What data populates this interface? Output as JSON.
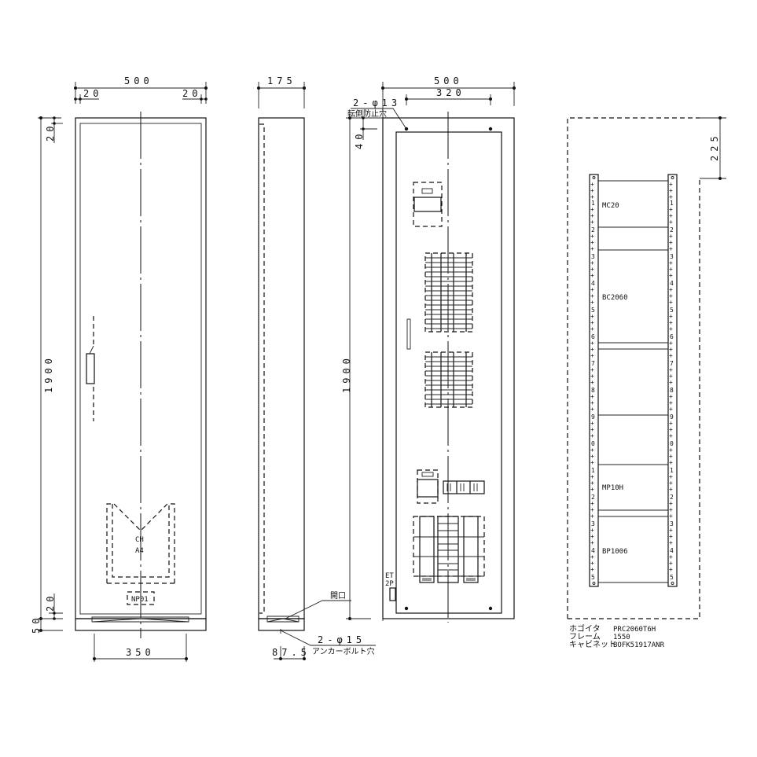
{
  "front_view": {
    "width_total": "500",
    "margin_left": "20",
    "margin_right": "20",
    "margin_top": "20",
    "height": "1900",
    "bottom_margin": "20",
    "base_height": "50",
    "anchor_span": "350",
    "handle_label": "",
    "ch_label": "CH",
    "ch_size": "A4",
    "nameplate": "NP01"
  },
  "side_view": {
    "depth": "175",
    "anchor_offset": "87.5",
    "anchor_hole_count": "2-φ15",
    "anchor_hole_label": "アンカーボルト穴",
    "opening_label": "開口"
  },
  "interior_view": {
    "width_total": "500",
    "mount_span": "320",
    "hole_count": "2-φ13",
    "hole_label": "転倒防止穴",
    "hole_offset": "40",
    "height": "1900",
    "et_label": "ET",
    "et_poles": "2P"
  },
  "frame_view": {
    "top_offset": "225",
    "rail_numbers": [
      "1",
      "2",
      "3",
      "4",
      "5",
      "6",
      "7",
      "8",
      "9",
      "0",
      "1",
      "2",
      "3",
      "4",
      "5"
    ],
    "modules": [
      {
        "name": "MC20"
      },
      {
        "name": "BC2060"
      },
      {
        "name": ""
      },
      {
        "name": ""
      },
      {
        "name": "MP10H"
      },
      {
        "name": "BP1006"
      }
    ]
  },
  "spec_table": {
    "rows": [
      {
        "label": "ホゴイタ",
        "value": "PRC2060T6H"
      },
      {
        "label": "フレーム",
        "value": "1550"
      },
      {
        "label": "キャビネット",
        "value": "BOFK51917ANR"
      }
    ]
  }
}
